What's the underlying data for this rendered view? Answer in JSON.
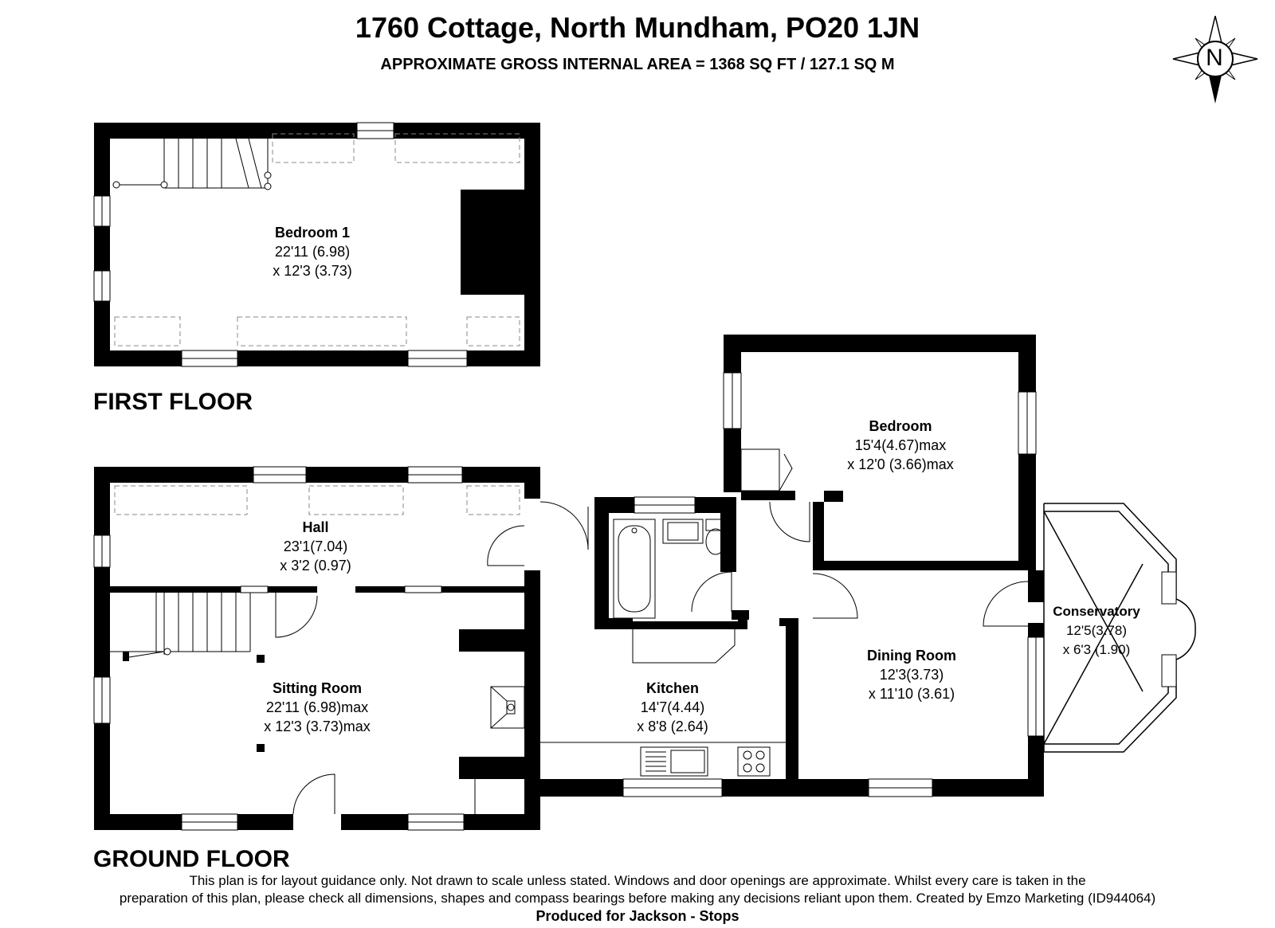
{
  "header": {
    "title": "1760 Cottage, North Mundham, PO20 1JN",
    "area": "APPROXIMATE GROSS INTERNAL AREA = 1368 SQ FT / 127.1 SQ M"
  },
  "compass": {
    "letter": "N",
    "icon": "north-compass-icon"
  },
  "floors": {
    "first": "FIRST FLOOR",
    "ground": "GROUND FLOOR"
  },
  "rooms": {
    "bedroom1": {
      "name": "Bedroom 1",
      "dim1": "22'11 (6.98)",
      "dim2": "x 12'3 (3.73)"
    },
    "hall": {
      "name": "Hall",
      "dim1": "23'1(7.04)",
      "dim2": "x 3'2 (0.97)"
    },
    "sitting": {
      "name": "Sitting Room",
      "dim1": "22'11 (6.98)max",
      "dim2": "x 12'3 (3.73)max"
    },
    "kitchen": {
      "name": "Kitchen",
      "dim1": "14'7(4.44)",
      "dim2": "x 8'8 (2.64)"
    },
    "bedroom": {
      "name": "Bedroom",
      "dim1": "15'4(4.67)max",
      "dim2": "x 12'0 (3.66)max"
    },
    "dining": {
      "name": "Dining Room",
      "dim1": "12'3(3.73)",
      "dim2": "x 11'10 (3.61)"
    },
    "conservatory": {
      "name": "Conservatory",
      "dim1": "12'5(3.78)",
      "dim2": "x 6'3 (1.90)"
    }
  },
  "footer": {
    "disclaimer_line1": "This plan is for layout guidance only. Not drawn to scale unless stated. Windows and door openings are approximate. Whilst every care is taken in the",
    "disclaimer_line2": "preparation of this plan, please check all dimensions, shapes and compass bearings before making any decisions reliant upon them. Created by Emzo Marketing (ID944064)",
    "produced_for": "Produced for Jackson - Stops"
  }
}
